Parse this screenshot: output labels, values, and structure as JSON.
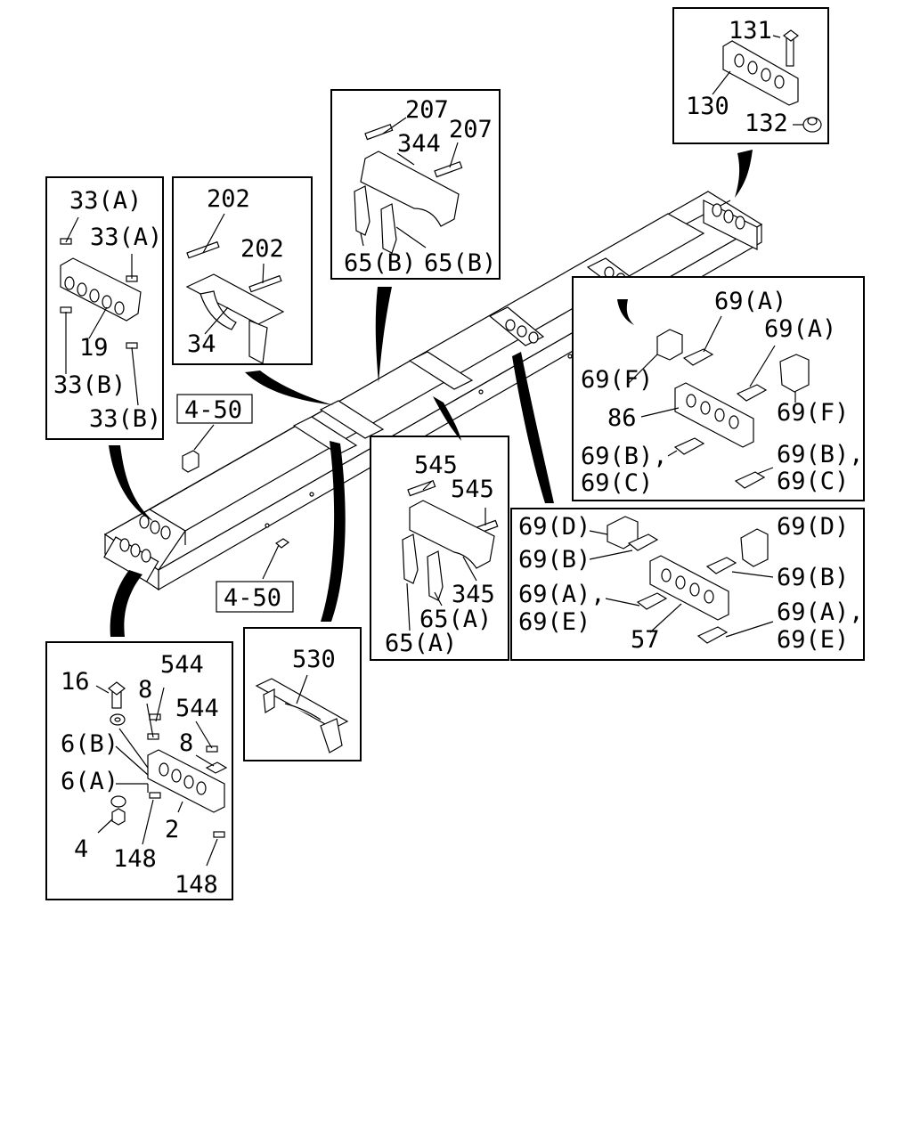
{
  "labels": {
    "p33a_1": "33(A)",
    "p33a_2": "33(A)",
    "p19": "19",
    "p33b_1": "33(B)",
    "p33b_2": "33(B)",
    "p202_1": "202",
    "p202_2": "202",
    "p34": "34",
    "p207_1": "207",
    "p207_2": "207",
    "p344": "344",
    "p65b_1": "65(B)",
    "p65b_2": "65(B)",
    "p131": "131",
    "p130": "130",
    "p132": "132",
    "ref450_1": "4-50",
    "ref450_2": "4-50",
    "p69a_1": "69(A)",
    "p69a_2": "69(A)",
    "p69f_1": "69(F)",
    "p69f_2": "69(F)",
    "p86": "86",
    "p69bc_1a": "69(B),",
    "p69bc_1b": "69(C)",
    "p69bc_2a": "69(B),",
    "p69bc_2b": "69(C)",
    "p545_1": "545",
    "p545_2": "545",
    "p345": "345",
    "p65a_1": "65(A)",
    "p65a_2": "65(A)",
    "p69d_1": "69(D)",
    "p69d_2": "69(D)",
    "p69b_1": "69(B)",
    "p69b_2": "69(B)",
    "p69ae_1a": "69(A),",
    "p69ae_1b": "69(E)",
    "p69ae_2a": "69(A),",
    "p69ae_2b": "69(E)",
    "p57": "57",
    "p530": "530",
    "p16": "16",
    "p8_1": "8",
    "p8_2": "8",
    "p544_1": "544",
    "p544_2": "544",
    "p6b": "6(B)",
    "p6a": "6(A)",
    "p4": "4",
    "p148_1": "148",
    "p148_2": "148",
    "p2": "2"
  }
}
